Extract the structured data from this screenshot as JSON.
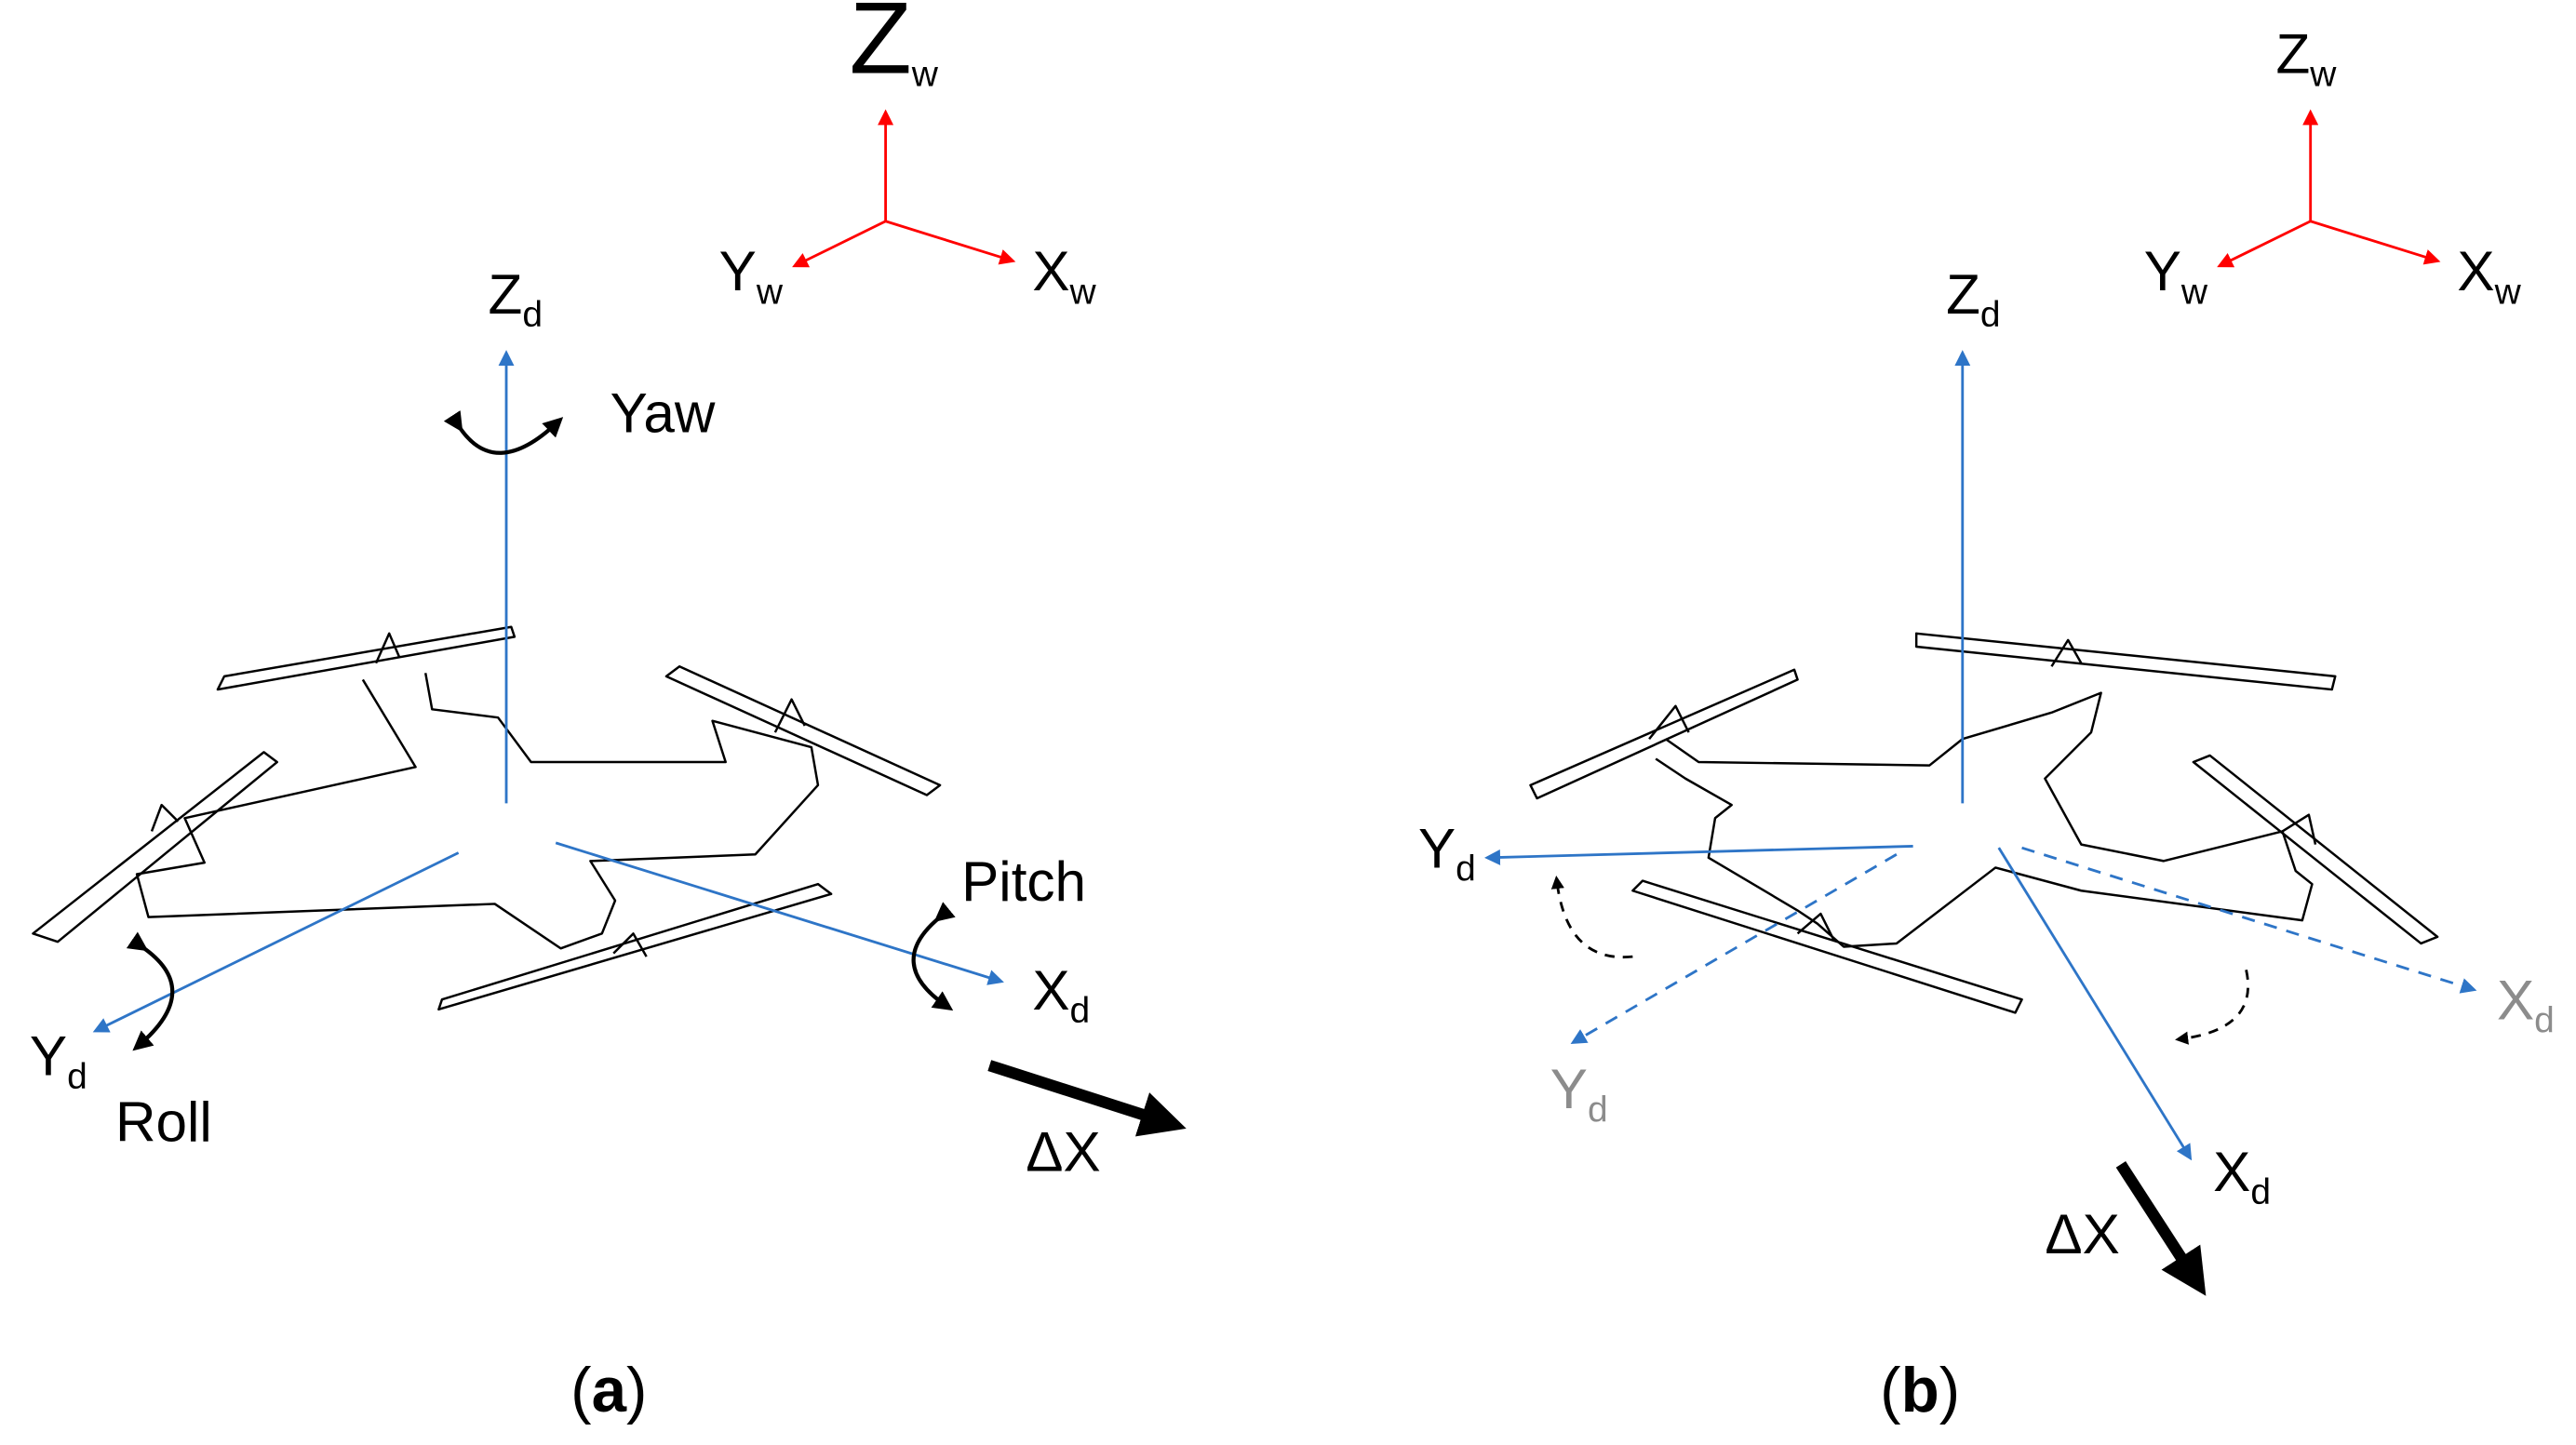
{
  "colors": {
    "world_axis": "#ff0000",
    "drone_axis": "#2e75c7",
    "rotated_label": "#8c8c8c",
    "outline": "#000000",
    "text": "#000000"
  },
  "panel_a": {
    "label_open": "(",
    "label_letter": "a",
    "label_close": ")",
    "world_frame": {
      "z": {
        "main": "Z",
        "sub": "w"
      },
      "y": {
        "main": "Y",
        "sub": "w"
      },
      "x": {
        "main": "X",
        "sub": "w"
      }
    },
    "drone_frame": {
      "z": {
        "main": "Z",
        "sub": "d"
      },
      "y": {
        "main": "Y",
        "sub": "d"
      },
      "x": {
        "main": "X",
        "sub": "d"
      }
    },
    "rotations": {
      "yaw": "Yaw",
      "pitch": "Pitch",
      "roll": "Roll"
    },
    "displacement": "ΔX"
  },
  "panel_b": {
    "label_open": "(",
    "label_letter": "b",
    "label_close": ")",
    "world_frame": {
      "z": {
        "main": "Z",
        "sub": "w"
      },
      "y": {
        "main": "Y",
        "sub": "w"
      },
      "x": {
        "main": "X",
        "sub": "w"
      }
    },
    "drone_frame": {
      "z": {
        "main": "Z",
        "sub": "d"
      },
      "y": {
        "main": "Y",
        "sub": "d"
      },
      "x": {
        "main": "X",
        "sub": "d"
      }
    },
    "rotated_frame": {
      "y": {
        "main": "Y",
        "sub": "d"
      },
      "x": {
        "main": "X",
        "sub": "d"
      }
    },
    "displacement": "ΔX"
  }
}
